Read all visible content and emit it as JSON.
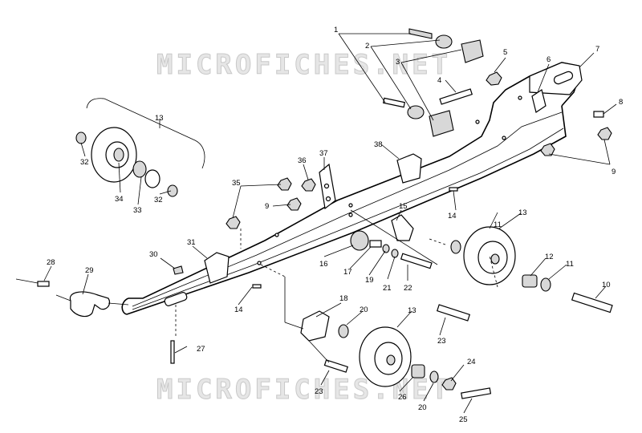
{
  "watermark": "MICROFICHES.NET",
  "callouts": [
    {
      "id": "c1",
      "text": "1"
    },
    {
      "id": "c2",
      "text": "2"
    },
    {
      "id": "c3",
      "text": "3"
    },
    {
      "id": "c4",
      "text": "4"
    },
    {
      "id": "c5",
      "text": "5"
    },
    {
      "id": "c6",
      "text": "6"
    },
    {
      "id": "c7",
      "text": "7"
    },
    {
      "id": "c8",
      "text": "8"
    },
    {
      "id": "c9a",
      "text": "9"
    },
    {
      "id": "c9b",
      "text": "9"
    },
    {
      "id": "c10",
      "text": "10"
    },
    {
      "id": "c11a",
      "text": "11"
    },
    {
      "id": "c11b",
      "text": "11"
    },
    {
      "id": "c12",
      "text": "12"
    },
    {
      "id": "c13a",
      "text": "13"
    },
    {
      "id": "c13b",
      "text": "13"
    },
    {
      "id": "c13c",
      "text": "13"
    },
    {
      "id": "c14a",
      "text": "14"
    },
    {
      "id": "c14b",
      "text": "14"
    },
    {
      "id": "c15",
      "text": "15"
    },
    {
      "id": "c16",
      "text": "16"
    },
    {
      "id": "c17",
      "text": "17"
    },
    {
      "id": "c18",
      "text": "18"
    },
    {
      "id": "c19",
      "text": "19"
    },
    {
      "id": "c20a",
      "text": "20"
    },
    {
      "id": "c20b",
      "text": "20"
    },
    {
      "id": "c21",
      "text": "21"
    },
    {
      "id": "c22",
      "text": "22"
    },
    {
      "id": "c23a",
      "text": "23"
    },
    {
      "id": "c23b",
      "text": "23"
    },
    {
      "id": "c24",
      "text": "24"
    },
    {
      "id": "c25",
      "text": "25"
    },
    {
      "id": "c26",
      "text": "26"
    },
    {
      "id": "c27",
      "text": "27"
    },
    {
      "id": "c28",
      "text": "28"
    },
    {
      "id": "c29",
      "text": "29"
    },
    {
      "id": "c30",
      "text": "30"
    },
    {
      "id": "c31",
      "text": "31"
    },
    {
      "id": "c32a",
      "text": "32"
    },
    {
      "id": "c32b",
      "text": "32"
    },
    {
      "id": "c33",
      "text": "33"
    },
    {
      "id": "c34",
      "text": "34"
    },
    {
      "id": "c35",
      "text": "35"
    },
    {
      "id": "c36",
      "text": "36"
    },
    {
      "id": "c37",
      "text": "37"
    },
    {
      "id": "c38",
      "text": "38"
    }
  ]
}
